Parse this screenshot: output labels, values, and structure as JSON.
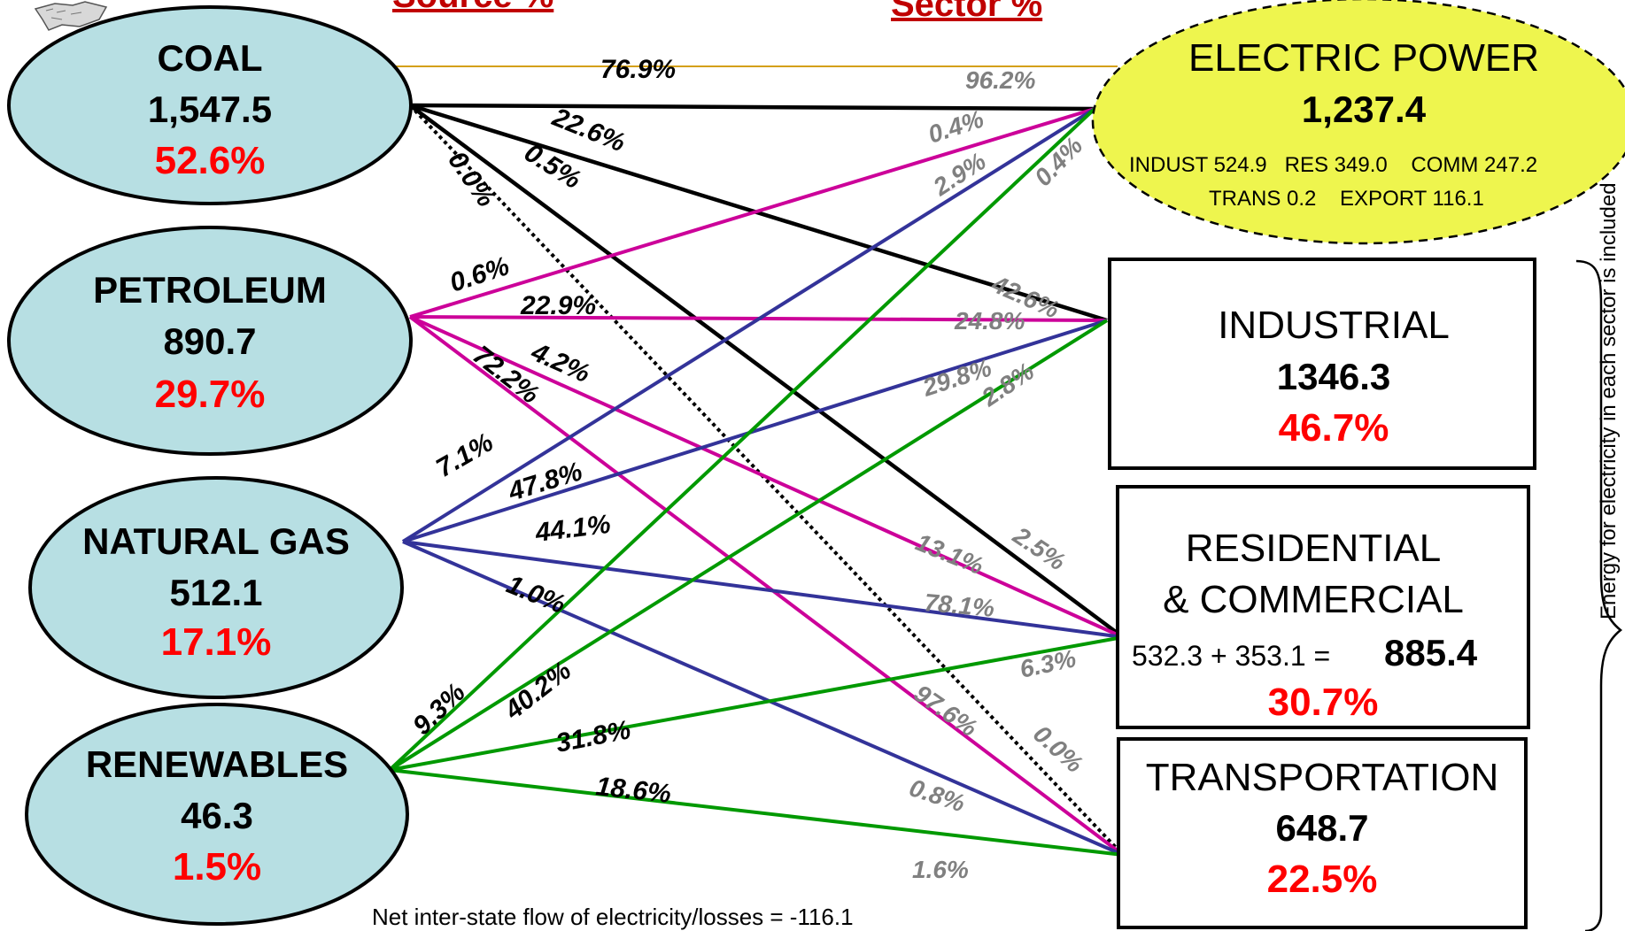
{
  "headers": {
    "source": "Source %",
    "sector": "Sector %"
  },
  "sources": [
    {
      "id": "coal",
      "name": "COAL",
      "value": "1,547.5",
      "pct": "52.6%"
    },
    {
      "id": "petroleum",
      "name": "PETROLEUM",
      "value": "890.7",
      "pct": "29.7%"
    },
    {
      "id": "natural-gas",
      "name": "NATURAL GAS",
      "value": "512.1",
      "pct": "17.1%"
    },
    {
      "id": "renewables",
      "name": "RENEWABLES",
      "value": "46.3",
      "pct": "1.5%"
    }
  ],
  "sectors": {
    "electric": {
      "name": "ELECTRIC POWER",
      "value": "1,237.4",
      "detail1": "INDUST 524.9   RES 349.0    COMM 247.2",
      "detail2": "TRANS 0.2    EXPORT 116.1"
    },
    "industrial": {
      "name": "INDUSTRIAL",
      "value": "1346.3",
      "pct": "46.7%"
    },
    "residential": {
      "name1": "RESIDENTIAL",
      "name2": "& COMMERCIAL",
      "formula": "532.3 + 353.1 =",
      "value": "885.4",
      "pct": "30.7%"
    },
    "transportation": {
      "name": "TRANSPORTATION",
      "value": "648.7",
      "pct": "22.5%"
    }
  },
  "side_note": "Energy for electricity in each sector is included",
  "footnote": "Net inter-state flow of electricity/losses = -116.1",
  "colors": {
    "coal": "#000000",
    "petroleum": "#cc0099",
    "natural_gas": "#333399",
    "renewables": "#009900",
    "coal_to_electric_top": "#d4a017",
    "source_fill": "#b7dfe3",
    "electric_fill": "#eef54e",
    "header": "#c00000",
    "percent": "#ff0000",
    "sector_label": "#808080"
  },
  "flows": [
    {
      "from": "COAL",
      "to": "ELECTRIC POWER",
      "source_pct": "76.9%",
      "sector_pct": "96.2%"
    },
    {
      "from": "COAL",
      "to": "INDUSTRIAL",
      "source_pct": "22.6%",
      "sector_pct": "42.6%"
    },
    {
      "from": "COAL",
      "to": "RESIDENTIAL & COMMERCIAL",
      "source_pct": "0.5%",
      "sector_pct": "2.5%"
    },
    {
      "from": "COAL",
      "to": "TRANSPORTATION",
      "source_pct": "0.0%",
      "sector_pct": "0.0%"
    },
    {
      "from": "PETROLEUM",
      "to": "ELECTRIC POWER",
      "source_pct": "0.6%",
      "sector_pct": "0.4%"
    },
    {
      "from": "PETROLEUM",
      "to": "INDUSTRIAL",
      "source_pct": "22.9%",
      "sector_pct": "24.8%"
    },
    {
      "from": "PETROLEUM",
      "to": "RESIDENTIAL & COMMERCIAL",
      "source_pct": "4.2%",
      "sector_pct": "13.1%"
    },
    {
      "from": "PETROLEUM",
      "to": "TRANSPORTATION",
      "source_pct": "72.2%",
      "sector_pct": "97.6%"
    },
    {
      "from": "NATURAL GAS",
      "to": "ELECTRIC POWER",
      "source_pct": "7.1%",
      "sector_pct": "2.9%"
    },
    {
      "from": "NATURAL GAS",
      "to": "INDUSTRIAL",
      "source_pct": "47.8%",
      "sector_pct": "29.8%"
    },
    {
      "from": "NATURAL GAS",
      "to": "RESIDENTIAL & COMMERCIAL",
      "source_pct": "44.1%",
      "sector_pct": "78.1%"
    },
    {
      "from": "NATURAL GAS",
      "to": "TRANSPORTATION",
      "source_pct": "1.0%",
      "sector_pct": "0.8%"
    },
    {
      "from": "RENEWABLES",
      "to": "ELECTRIC POWER",
      "source_pct": "9.3%",
      "sector_pct": "0.4%"
    },
    {
      "from": "RENEWABLES",
      "to": "INDUSTRIAL",
      "source_pct": "40.2%",
      "sector_pct": "2.8%"
    },
    {
      "from": "RENEWABLES",
      "to": "RESIDENTIAL & COMMERCIAL",
      "source_pct": "31.8%",
      "sector_pct": "6.3%"
    },
    {
      "from": "RENEWABLES",
      "to": "TRANSPORTATION",
      "source_pct": "18.6%",
      "sector_pct": "1.6%"
    }
  ]
}
